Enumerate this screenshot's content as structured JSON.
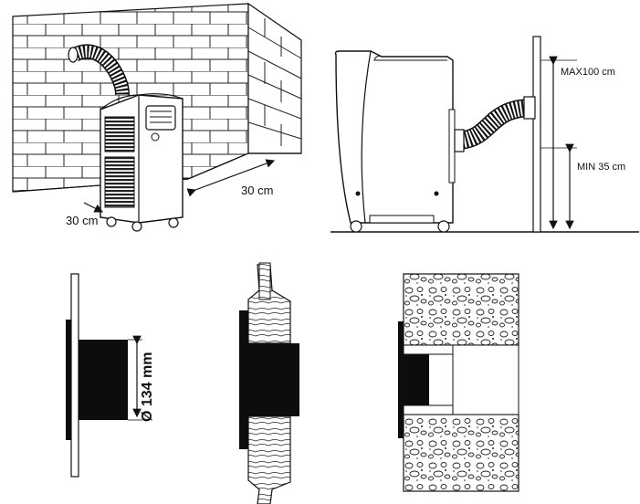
{
  "labels": {
    "clearance_side": "30 cm",
    "clearance_back": "30 cm",
    "max_height": "MAX100 cm",
    "min_height": "MIN 35 cm",
    "pipe_diameter": "Ø 134 mm"
  },
  "colors": {
    "ink": "#111111",
    "fill_dark": "#0d0d0d",
    "paper": "#ffffff"
  }
}
